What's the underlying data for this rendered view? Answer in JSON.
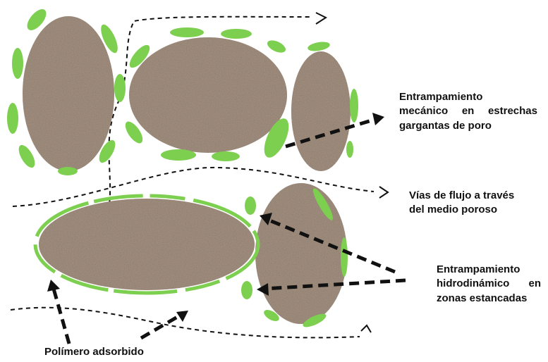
{
  "labels": {
    "mechanical": {
      "line1": "Entrampamiento",
      "line2_a": "mecánico",
      "line2_b": "en",
      "line2_c": "estrechas",
      "line3": "gargantas de poro"
    },
    "flow_paths": {
      "line1": "Vías de flujo a través",
      "line2": "del medio poroso"
    },
    "hydrodynamic": {
      "line1": "Entrampamiento",
      "line2_a": "hidrodinámico",
      "line2_b": "en",
      "line3": "zonas estancadas"
    },
    "adsorbed": "Polímero adsorbido"
  },
  "colors": {
    "grain": "#8c7766",
    "polymer": "#7dcf4f",
    "ink": "#111111"
  }
}
